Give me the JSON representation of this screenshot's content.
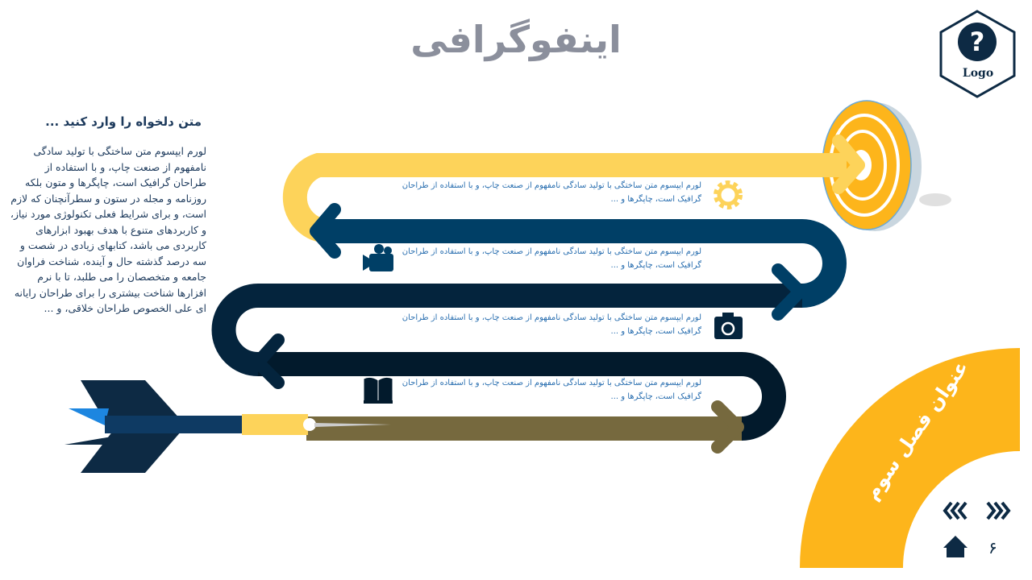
{
  "title": "اینفوگرافی",
  "logo": {
    "label": "Logo",
    "icon": "question-mark-icon"
  },
  "sidebar": {
    "heading": "متن دلخواه را وارد کنید ...",
    "body": "لورم ایپسوم متن ساختگی با تولید سادگی نامفهوم از صنعت چاپ، و با استفاده از طراحان گرافیک است، چاپگرها و متون بلکه روزنامه و مجله در ستون و سطرآنچنان که لازم است، و برای شرایط فعلی تکنولوژی مورد نیاز، و کاربردهای متنوع با هدف بهبود ابزارهای کاربردی می باشد، کتابهای زیادی در شصت و سه درصد گذشته حال و آینده، شناخت فراوان جامعه و متخصصان را می طلبد، تا با نرم افزارها شناخت بیشتری را برای طراحان رایانه ای علی الخصوص طراحان خلاقی، و ..."
  },
  "steps": [
    {
      "text": "لورم ایپسوم متن ساختگی با تولید سادگی نامفهوم از صنعت چاپ، و با استفاده از طراحان گرافیک است، چاپگرها و ...",
      "icon": "gear-icon"
    },
    {
      "text": "لورم ایپسوم متن ساختگی با تولید سادگی نامفهوم از صنعت چاپ، و با استفاده از طراحان گرافیک است، چاپگرها و ...",
      "icon": "video-camera-icon"
    },
    {
      "text": "لورم ایپسوم متن ساختگی با تولید سادگی نامفهوم از صنعت چاپ، و با استفاده از طراحان گرافیک است، چاپگرها و ...",
      "icon": "camera-icon"
    },
    {
      "text": "لورم ایپسوم متن ساختگی با تولید سادگی نامفهوم از صنعت چاپ، و با استفاده از طراحان گرافیک است، چاپگرها و ...",
      "icon": "book-icon"
    }
  ],
  "chapter_title": "عنوان فصل سوم",
  "page_number": "۶",
  "colors": {
    "yellow": "#fdd35a",
    "navy": "#003f66",
    "dark": "#04243d",
    "darkest": "#021a2c",
    "olive": "#76693e",
    "accent": "#fdb51b"
  }
}
